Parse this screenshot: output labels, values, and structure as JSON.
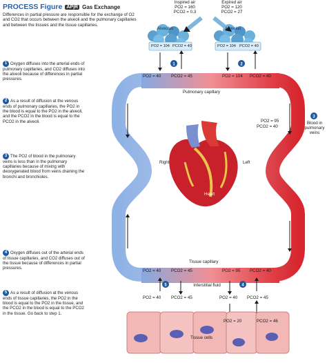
{
  "header": {
    "title": "PROCESS Figure",
    "badge": "AP|R",
    "subtitle": "Gas Exchange",
    "intro": "Differences in partial pressure are responsible for the exchange of O2 and CO2 that occurs between the alveoli and the pulmonary capillaries and between the tissues and the tissue capillaries."
  },
  "steps": [
    {
      "n": "1",
      "text": "Oxygen diffuses into the arterial ends of pulmonary capillaries, and CO2 diffuses into the alveoli because of differences in partial pressures."
    },
    {
      "n": "2",
      "text": "As a result of diffusion at the venous ends of pulmonary capillaries, the PO2 in the blood is equal to the PO2 in the alveoli, and the PCO2 in the blood is equal to the PCO2 in the alveoli."
    },
    {
      "n": "3",
      "text": "The PO2 of blood in the pulmonary veins is less than in the pulmonary capillaries because of mixing with deoxygenated blood from veins draining the bronchi and bronchioles."
    },
    {
      "n": "4",
      "text": "Oxygen diffuses out of the arterial ends of tissue capillaries, and CO2 diffuses out of the tissue because of differences in partial pressures."
    },
    {
      "n": "5",
      "text": "As a result of diffusion at the venous ends of tissue capillaries, the PO2 in the blood is equal to the PO2 in the tissue, and the PCO2 in the blood is equal to the PCO2 in the tissue. Go back to step 1."
    }
  ],
  "air": {
    "inspired_title": "Inspired air",
    "inspired_po2": "PO2 = 160",
    "inspired_pco2": "PCO2 = 0.3",
    "expired_title": "Expired air",
    "expired_po2": "PO2 = 120",
    "expired_pco2": "PCO2 = 27",
    "alveolus_left": "Alveolus",
    "alveolus_right": "Alveolus",
    "alv_left_po2": "PO2 = 104",
    "alv_left_pco2": "PCO2 = 40",
    "alv_right_po2": "PO2 = 104",
    "alv_right_pco2": "PCO2 = 40"
  },
  "pulmonary": {
    "label": "Pulmonary capillary",
    "in_po2": "PO2 = 40",
    "in_pco2": "PCO2 = 45",
    "out_po2": "PO2 = 104",
    "out_pco2": "PCO2 = 40",
    "vein_po2": "PO2 = 95",
    "vein_pco2": "PCO2 = 40",
    "vein_label": "Blood in pulmonary veins"
  },
  "heart": {
    "label": "Heart",
    "right": "Right",
    "left": "Left"
  },
  "tissue": {
    "label": "Tissue capillary",
    "out_po2": "PO2 = 40",
    "out_pco2": "PCO2 = 45",
    "in_po2": "PO2 = 95",
    "in_pco2": "PCO2 = 40",
    "fluid": "Interstitial fluid",
    "fl_left_po2": "PO2 = 40",
    "fl_left_pco2": "PCO2 = 45",
    "fl_right_po2": "PO2 = 40",
    "fl_right_pco2": "PCO2 = 45",
    "cell_po2": "PO2 = 20",
    "cell_pco2": "PCO2 = 46",
    "cells_label": "Tissue cells"
  },
  "colors": {
    "oxygenated": "#d7262e",
    "deoxygenated": "#3a6fc4",
    "step_circle": "#1e5aa0"
  }
}
